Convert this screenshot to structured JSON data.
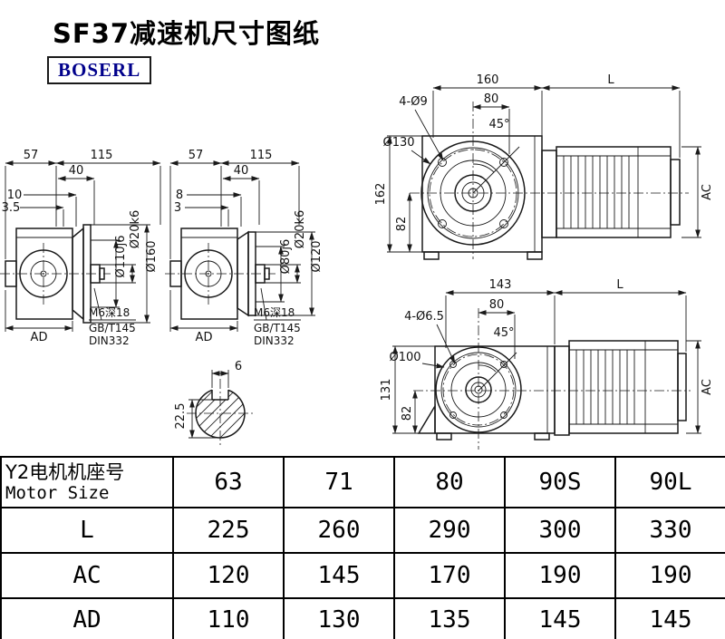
{
  "title": "SF37减速机尺寸图纸",
  "brand": "BOSERL",
  "colors": {
    "line": "#1a1a1a",
    "brand_text": "#00008b",
    "table_border": "#000000",
    "background": "#ffffff"
  },
  "side_view_1": {
    "width_top": "57",
    "length_top": "115",
    "d40": "40",
    "d10": "10",
    "d35": "3.5",
    "shaft_dia": "Ø20k6",
    "spigot_dia": "Ø110j6",
    "flange_dia": "Ø160",
    "ad_label": "AD",
    "note_line1": "M6深18",
    "note_line2": "GB/T145",
    "note_line3": "DIN332"
  },
  "side_view_2": {
    "width_top": "57",
    "length_top": "115",
    "d40": "40",
    "d8": "8",
    "d3": "3",
    "shaft_dia": "Ø20k6",
    "spigot_dia": "Ø80j6",
    "flange_dia": "Ø120",
    "ad_label": "AD",
    "note_line1": "M6深18",
    "note_line2": "GB/T145",
    "note_line3": "DIN332"
  },
  "front_view_large": {
    "housing_width": "160",
    "motor_length": "L",
    "d80": "80",
    "bolt_holes": "4-Ø9",
    "angle": "45°",
    "flange_dia": "Ø130",
    "height": "162",
    "center_height": "82",
    "ac_label": "AC"
  },
  "front_view_small": {
    "housing_width": "143",
    "motor_length": "L",
    "d80": "80",
    "bolt_holes": "4-Ø6.5",
    "angle": "45°",
    "flange_dia": "Ø100",
    "height": "131",
    "center_height": "82",
    "ac_label": "AC"
  },
  "shaft_section": {
    "key_width": "6",
    "key_depth": "22.5"
  },
  "table": {
    "header_cn": "Y2电机机座号",
    "header_en": "Motor Size",
    "sizes": [
      "63",
      "71",
      "80",
      "90S",
      "90L"
    ],
    "rows": [
      {
        "label": "L",
        "values": [
          "225",
          "260",
          "290",
          "300",
          "330"
        ]
      },
      {
        "label": "AC",
        "values": [
          "120",
          "145",
          "170",
          "190",
          "190"
        ]
      },
      {
        "label": "AD",
        "values": [
          "110",
          "130",
          "135",
          "145",
          "145"
        ]
      }
    ]
  }
}
